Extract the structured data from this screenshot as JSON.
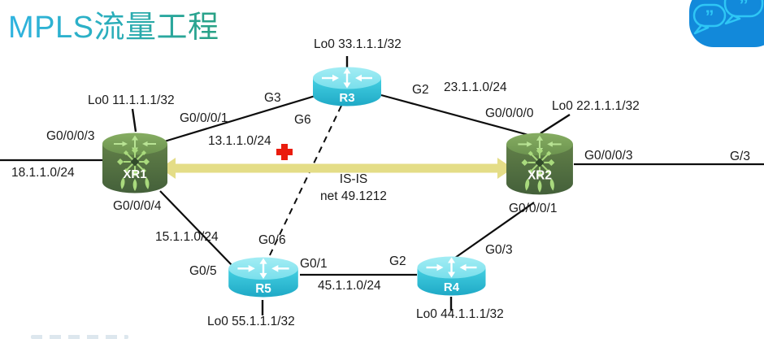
{
  "title": "MPLS流量工程",
  "logo": {
    "alt": "chat-bubbles-logo",
    "quote_mark": "”"
  },
  "isis": {
    "protocol": "IS-IS",
    "net": "net 49.1212"
  },
  "nodes": {
    "xr1": {
      "name": "XR1",
      "loopback": "Lo0 11.1.1.1/32"
    },
    "xr2": {
      "name": "XR2",
      "loopback": "Lo0 22.1.1.1/32"
    },
    "r3": {
      "name": "R3",
      "loopback": "Lo0 33.1.1.1/32"
    },
    "r4": {
      "name": "R4",
      "loopback": "Lo0 44.1.1.1/32"
    },
    "r5": {
      "name": "R5",
      "loopback": "Lo0 55.1.1.1/32"
    }
  },
  "interfaces": {
    "xr1_g0003": "G0/0/0/3",
    "xr1_g0001": "G0/0/0/1",
    "xr1_g0004": "G0/0/0/4",
    "xr2_g0000": "G0/0/0/0",
    "xr2_g0003": "G0/0/0/3",
    "xr2_g0001": "G0/0/0/1",
    "r3_g3": "G3",
    "r3_g6": "G6",
    "r3_g2": "G2",
    "r5_g05": "G0/5",
    "r5_g06": "G0/6",
    "r5_g01": "G0/1",
    "r4_g2": "G2",
    "r4_g03": "G0/3",
    "far_right": "G/3"
  },
  "subnets": {
    "net18": "18.1.1.0/24",
    "net13": "13.1.1.0/24",
    "net23": "23.1.1.0/24",
    "net15": "15.1.1.0/24",
    "net45": "45.1.1.0/24"
  },
  "colors": {
    "title_gradient_start": "#2fb3e0",
    "title_gradient_end": "#29a184",
    "cyan_router": "#35c6dc",
    "green_router": "#597a43",
    "te_arrow": "#e4dd87",
    "alert_cross": "#ea1c0d",
    "logo_background": "#1289da",
    "logo_bubble_stroke": "#2ec6f5"
  }
}
